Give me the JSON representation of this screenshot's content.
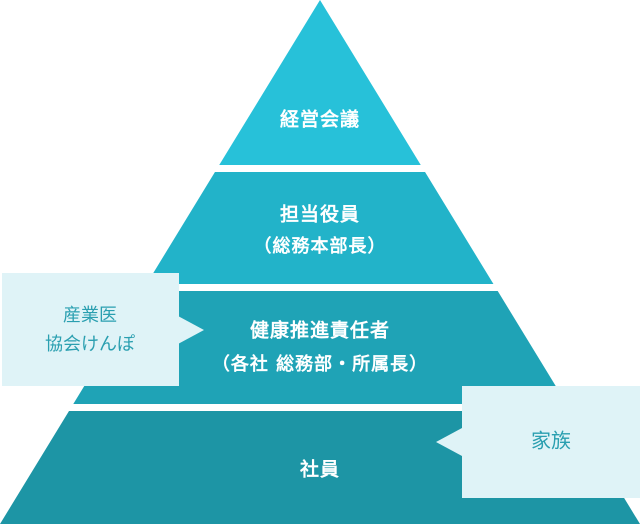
{
  "pyramid": {
    "levels": [
      {
        "title": "経営会議",
        "subtitle": null,
        "color": "#27c1d9"
      },
      {
        "title": "担当役員",
        "subtitle": "（総務本部長）",
        "color": "#22b3c9"
      },
      {
        "title": "健康推進責任者",
        "subtitle": "（各社 総務部・所属長）",
        "color": "#1fa3b6"
      },
      {
        "title": "社員",
        "subtitle": null,
        "color": "#1d95a5"
      }
    ]
  },
  "callouts": {
    "left": {
      "line1": "産業医",
      "line2": "協会けんぽ"
    },
    "right": {
      "text": "家族"
    },
    "background": "#dff3f7",
    "text_color": "#2a9fb0"
  }
}
